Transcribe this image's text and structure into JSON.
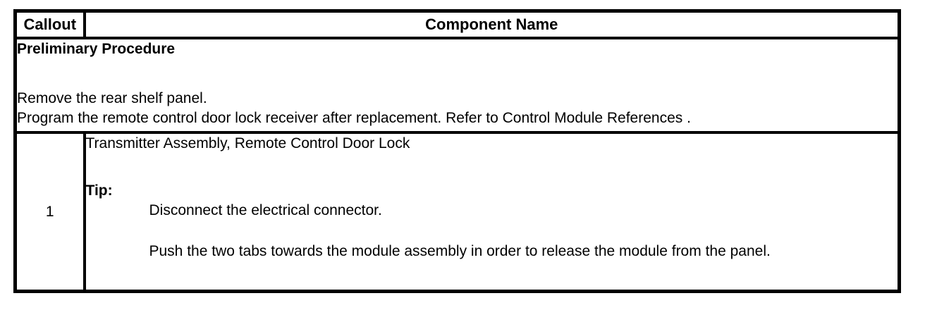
{
  "colors": {
    "border": "#000000",
    "text": "#000000",
    "background": "#ffffff"
  },
  "table": {
    "header": {
      "callout_label": "Callout",
      "component_label": "Component Name"
    },
    "preliminary_row": {
      "title": "Preliminary Procedure",
      "lines": [
        "Remove the rear shelf panel.",
        "Program the remote control door lock receiver after replacement. Refer to Control Module References ."
      ]
    },
    "component_rows": [
      {
        "callout": "1",
        "name": "Transmitter Assembly, Remote Control Door Lock",
        "tip_label": "Tip:",
        "tip_steps": [
          "Disconnect the electrical connector.",
          "Push the two tabs towards the module assembly in order to release the module from the panel."
        ]
      }
    ]
  }
}
